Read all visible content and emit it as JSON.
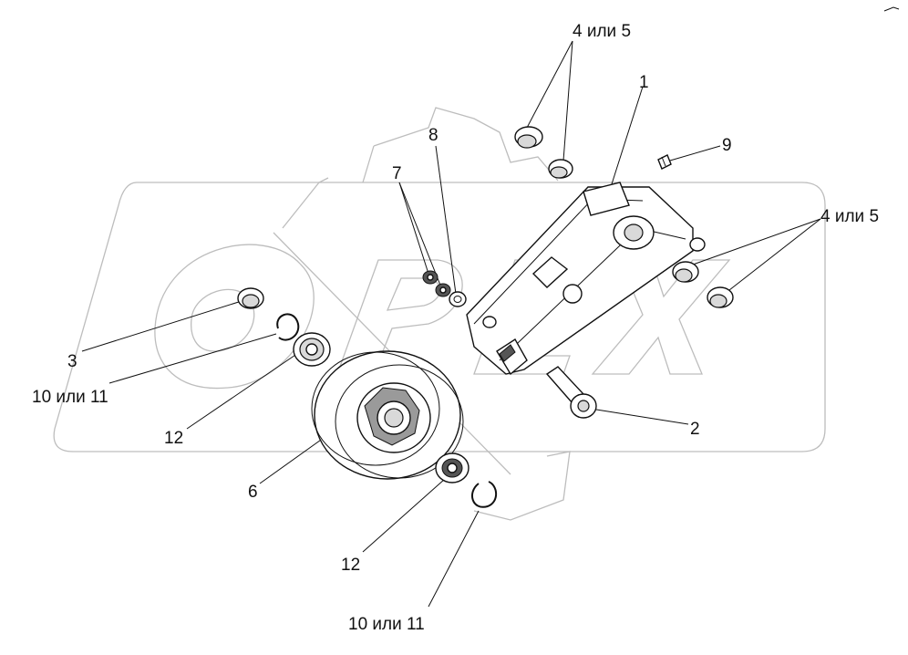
{
  "labels": {
    "p1": "1",
    "p2": "2",
    "p3": "3",
    "p4or5_top": "4 или 5",
    "p4or5_right": "4 или 5",
    "p6": "6",
    "p7": "7",
    "p8": "8",
    "p9": "9",
    "p10or11_left": "10 или 11",
    "p10or11_bottom": "10 или 11",
    "p12_left": "12",
    "p12_bottom": "12"
  },
  "watermark": {
    "text": "OPEX"
  },
  "colors": {
    "ink": "#111111",
    "watermark": "#bdbdbd",
    "background": "#ffffff"
  }
}
